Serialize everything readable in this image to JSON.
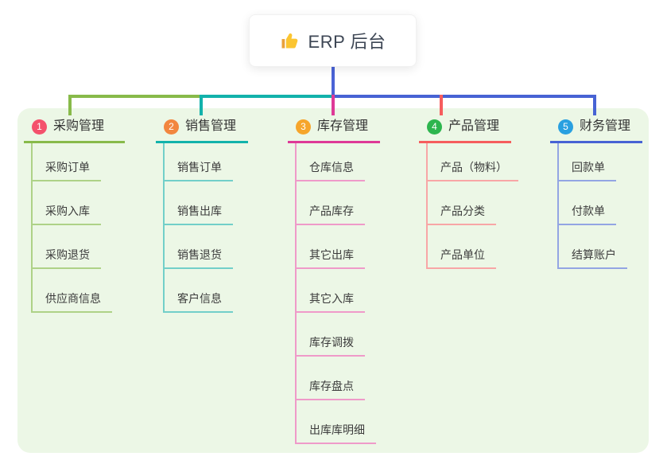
{
  "root": {
    "icon": "thumbs-up-icon",
    "label": "ERP 后台"
  },
  "colors": {
    "page_bg": "#ffffff",
    "panel_bg": "#ecf7e6",
    "stem": "#4a63d6",
    "root_text": "#3d4654",
    "title_text": "#333333",
    "child_text": "#3c3c3c"
  },
  "branches": [
    {
      "index": "1",
      "label": "采购管理",
      "badge_color": "#f4516c",
      "line_color": "#88ba4a",
      "light_line_color": "#aed287",
      "children": [
        "采购订单",
        "采购入库",
        "采购退货",
        "供应商信息"
      ]
    },
    {
      "index": "2",
      "label": "销售管理",
      "badge_color": "#f2863f",
      "line_color": "#12b2ab",
      "light_line_color": "#72cfc9",
      "children": [
        "销售订单",
        "销售出库",
        "销售退货",
        "客户信息"
      ]
    },
    {
      "index": "3",
      "label": "库存管理",
      "badge_color": "#f6a52b",
      "line_color": "#de3a97",
      "light_line_color": "#ef9ac9",
      "children": [
        "仓库信息",
        "产品库存",
        "其它出库",
        "其它入库",
        "库存调拨",
        "库存盘点",
        "出库库明细"
      ]
    },
    {
      "index": "4",
      "label": "产品管理",
      "badge_color": "#2db54e",
      "line_color": "#f65d5d",
      "light_line_color": "#f8a6a6",
      "children": [
        "产品（物料）",
        "产品分类",
        "产品单位"
      ]
    },
    {
      "index": "5",
      "label": "财务管理",
      "badge_color": "#29a0e0",
      "line_color": "#4763d4",
      "light_line_color": "#93a5e3",
      "children": [
        "回款单",
        "付款单",
        "结算账户"
      ]
    }
  ]
}
